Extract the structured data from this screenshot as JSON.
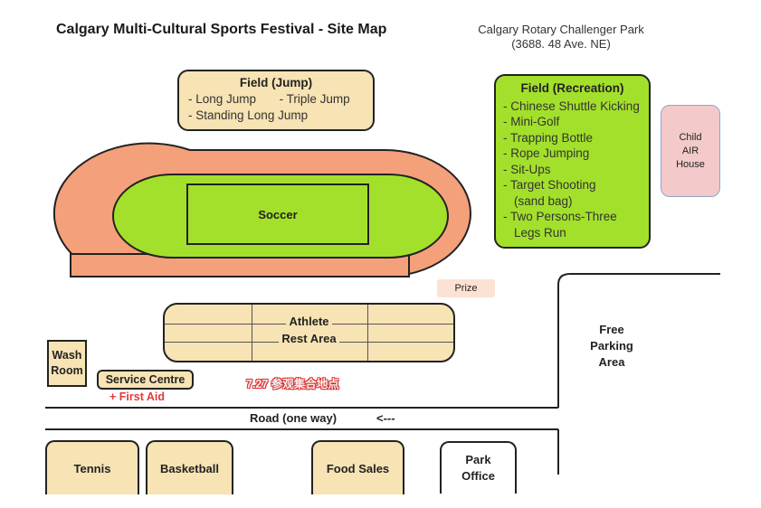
{
  "header": {
    "title": "Calgary Multi-Cultural Sports Festival - Site Map",
    "park_name": "Calgary Rotary Challenger Park",
    "park_address": "(3688. 48 Ave. NE)"
  },
  "field_jump": {
    "heading": "Field (Jump)",
    "items": [
      "- Long Jump",
      "- Triple Jump",
      "- Standing Long Jump"
    ]
  },
  "field_recreation": {
    "heading": "Field (Recreation)",
    "items": [
      "- Chinese Shuttle Kicking",
      "- Mini-Golf",
      "- Trapping Bottle",
      "- Rope Jumping",
      "- Sit-Ups",
      "- Target Shooting",
      "(sand bag)",
      "- Two Persons-Three",
      "Legs Run"
    ]
  },
  "child_air_house": {
    "line1": "Child",
    "line2": "AIR",
    "line3": "House"
  },
  "soccer": {
    "label": "Soccer"
  },
  "prize": {
    "label": "Prize"
  },
  "athlete_rest": {
    "line1": "Athlete",
    "line2": "Rest Area"
  },
  "wash_room": {
    "line1": "Wash",
    "line2": "Room"
  },
  "service_centre": {
    "label": "Service Centre",
    "first_aid": "+ First Aid"
  },
  "assembly_note": "7.27 参观集合地点",
  "free_parking": {
    "line1": "Free",
    "line2": "Parking",
    "line3": "Area"
  },
  "road": {
    "label": "Road (one way)",
    "arrow": "<---"
  },
  "bottom_buildings": {
    "tennis": "Tennis",
    "basketball": "Basketball",
    "food_sales": "Food Sales",
    "park_office_line1": "Park",
    "park_office_line2": "Office"
  },
  "colors": {
    "track": "#f4a07a",
    "soccer_field": "#a3e02b",
    "recreation_field": "#a3e02b",
    "building": "#f7e3b3",
    "child_air_house": "#f3c9c9",
    "prize": "#fbe2d3",
    "first_aid": "#e23a3a",
    "assembly_note": "#e03030"
  }
}
